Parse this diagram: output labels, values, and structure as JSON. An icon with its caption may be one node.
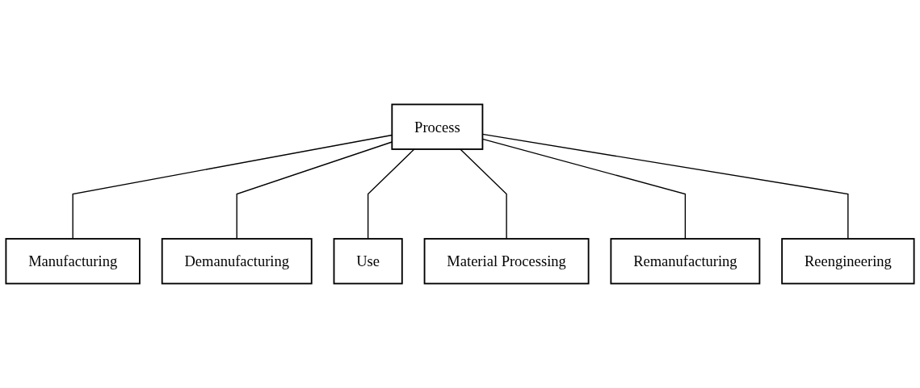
{
  "diagram": {
    "nodes": [
      {
        "text": [
          "Process"
        ]
      },
      {
        "text": [
          "Manufacturing"
        ]
      },
      {
        "text": [
          "Demanufacturing"
        ]
      },
      {
        "text": [
          "Use"
        ]
      },
      {
        "text": [
          "Material Processing"
        ]
      },
      {
        "text": [
          "Remanufacturing"
        ]
      },
      {
        "text": [
          "Reengineering"
        ]
      }
    ],
    "edges": [
      {
        "from": 0,
        "to": 1,
        "arrow": "none"
      },
      {
        "from": 0,
        "to": 2,
        "arrow": "none"
      },
      {
        "from": 0,
        "to": 3,
        "arrow": "none"
      },
      {
        "from": 0,
        "to": 4,
        "arrow": "none"
      },
      {
        "from": 0,
        "to": 5,
        "arrow": "none"
      },
      {
        "from": 0,
        "to": 6,
        "arrow": "none"
      }
    ]
  }
}
